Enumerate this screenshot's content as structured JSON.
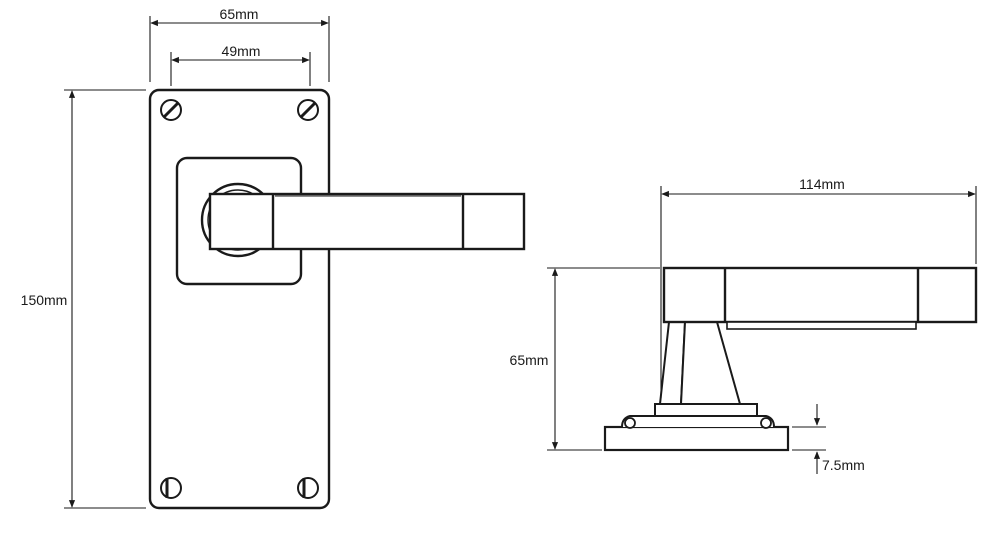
{
  "dimensions": {
    "plate_width": "65mm",
    "screw_spacing": "49mm",
    "plate_height": "150mm",
    "lever_length": "114mm",
    "projection": "65mm",
    "rose_thickness": "7.5mm"
  }
}
